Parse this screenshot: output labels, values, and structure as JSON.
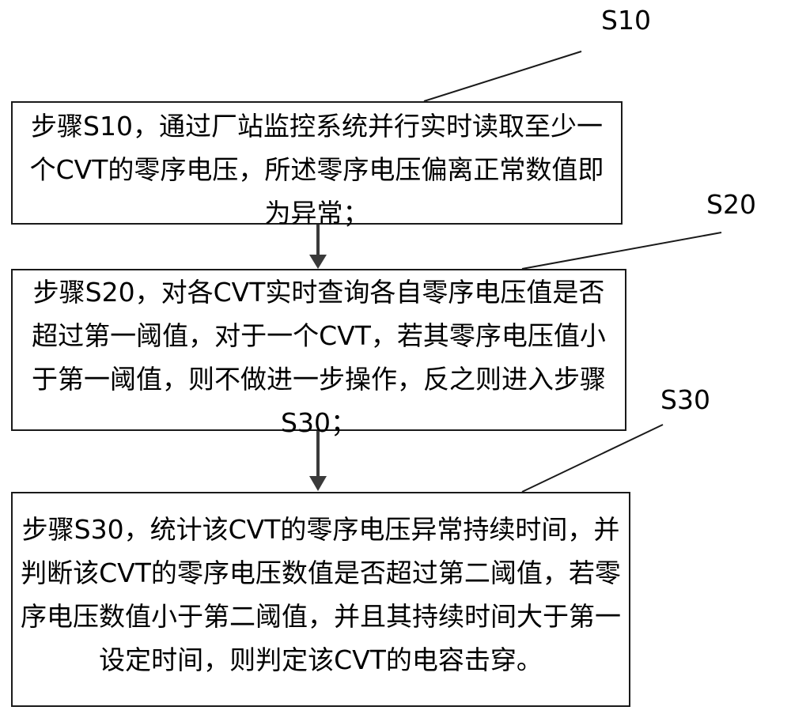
{
  "steps": [
    {
      "id": "S10",
      "label": "S10",
      "text": "步骤S10，通过厂站监控系统并行实时读取至少一个CVT的零序电压，所述零序电压偏离正常数值即为异常；"
    },
    {
      "id": "S20",
      "label": "S20",
      "text": "步骤S20，对各CVT实时查询各自零序电压值是否超过第一阈值，对于一个CVT，若其零序电压值小于第一阈值，则不做进一步操作，反之则进入步骤S30；"
    },
    {
      "id": "S30",
      "label": "S30",
      "text": "步骤S30，统计该CVT的零序电压异常持续时间，并判断该CVT的零序电压数值是否超过第二阈值，若零序电压数值小于第二阈值，并且其持续时间大于第一设定时间，则判定该CVT的电容击穿。"
    }
  ],
  "colors": {
    "stroke": "#1a1a1a",
    "arrow": "#3a3a3a",
    "background": "#ffffff"
  }
}
